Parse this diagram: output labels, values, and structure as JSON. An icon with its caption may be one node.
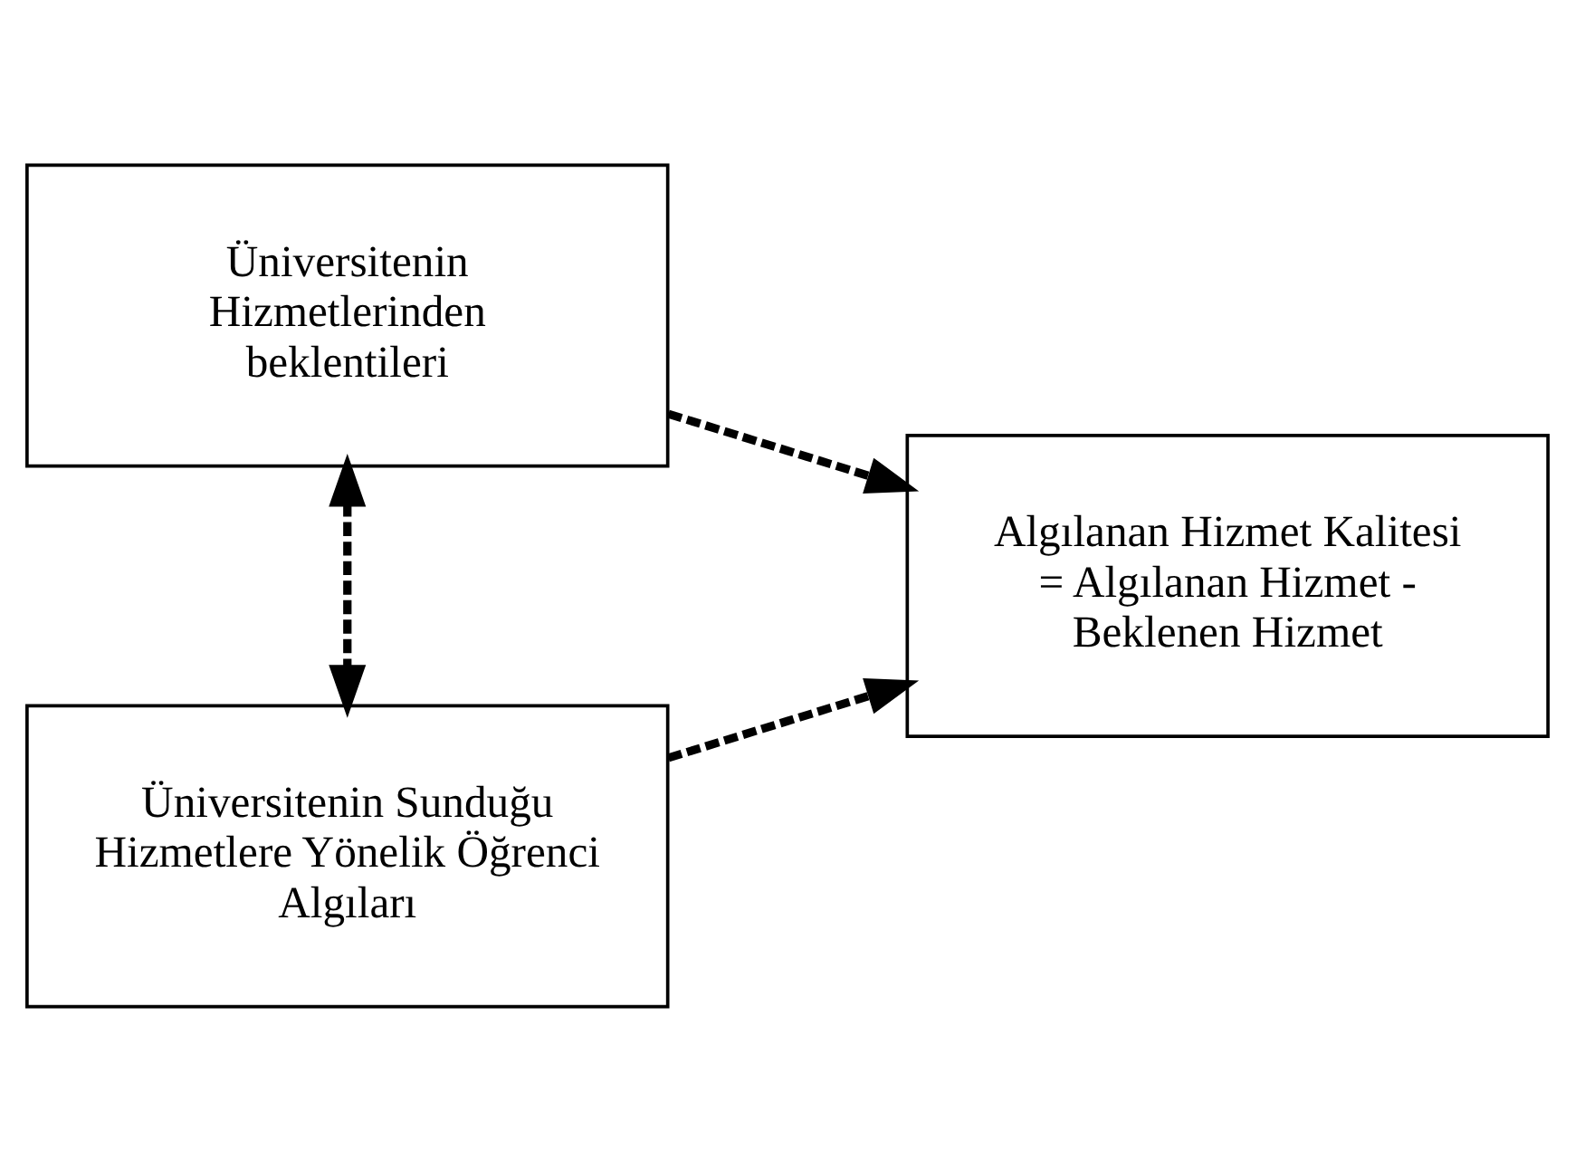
{
  "diagram": {
    "nodes": [
      {
        "text": [
          "Üniversitenin Hizmetlerinden beklentileri"
        ]
      },
      {
        "text": [
          "Algılanan Hizmet Kalitesi = Algılanan Hizmet - Beklenen Hizmet"
        ]
      },
      {
        "text": [
          "Üniversitenin Sunduğu Hizmetlere Yönelik Öğrenci Algıları"
        ]
      }
    ],
    "edges": [
      {
        "from": 0,
        "to": 2,
        "arrow": "both",
        "style": "dashed"
      },
      {
        "from": 0,
        "to": 1,
        "arrow": "to",
        "style": "dashed"
      },
      {
        "from": 2,
        "to": 1,
        "arrow": "to",
        "style": "dashed"
      }
    ]
  }
}
